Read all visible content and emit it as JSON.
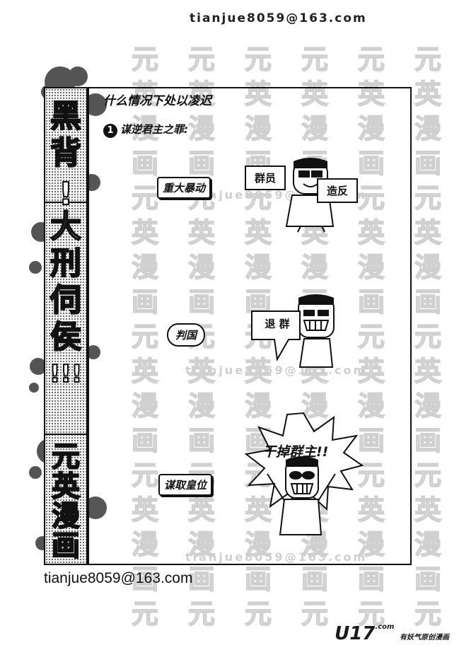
{
  "emails": {
    "top": "tianjue8059@163.com",
    "bottom": "tianjue8059@163.com"
  },
  "watermark": {
    "chars": [
      "元",
      "英",
      "漫",
      "画"
    ],
    "email": "tianjue8059@163.com"
  },
  "side_title": {
    "main": [
      "黑",
      "背",
      "!",
      "大",
      "刑",
      "伺",
      "侯",
      "!!!"
    ],
    "brand": [
      "元",
      "英",
      "漫",
      "画"
    ]
  },
  "comic": {
    "heading": "什么情况下处以凌迟",
    "point_number": "1",
    "point_text": "谋逆君主之罪:",
    "panel1": {
      "label": "重大暴动",
      "sign_left": "群员",
      "sign_right": "造反"
    },
    "panel2": {
      "label": "判国",
      "sign": "退 群"
    },
    "panel3": {
      "label": "谋取皇位",
      "burst": "干掉群主!!"
    }
  },
  "logo": {
    "name": "U17",
    "domain": ".com",
    "tagline": "有妖气原创漫画"
  },
  "colors": {
    "ink": "#111111",
    "watermark": "#d0d0d0",
    "paper": "#ffffff"
  }
}
